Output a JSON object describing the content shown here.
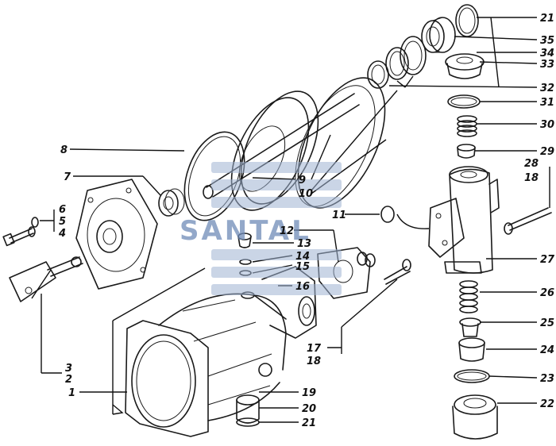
{
  "watermark": {
    "text": "SANTAL",
    "color": "#6f8bb8"
  },
  "callouts": [
    {
      "id": "c21a",
      "text": "21"
    },
    {
      "id": "c35",
      "text": "35"
    },
    {
      "id": "c34",
      "text": "34"
    },
    {
      "id": "c33",
      "text": "33"
    },
    {
      "id": "c32",
      "text": "32"
    },
    {
      "id": "c31",
      "text": "31"
    },
    {
      "id": "c30",
      "text": "30"
    },
    {
      "id": "c29",
      "text": "29"
    },
    {
      "id": "c28",
      "text": "28"
    },
    {
      "id": "c18a",
      "text": "18"
    },
    {
      "id": "c27",
      "text": "27"
    },
    {
      "id": "c26",
      "text": "26"
    },
    {
      "id": "c25",
      "text": "25"
    },
    {
      "id": "c24",
      "text": "24"
    },
    {
      "id": "c23",
      "text": "23"
    },
    {
      "id": "c22",
      "text": "22"
    },
    {
      "id": "c8",
      "text": "8"
    },
    {
      "id": "c9",
      "text": "9"
    },
    {
      "id": "c10",
      "text": "10"
    },
    {
      "id": "c7",
      "text": "7"
    },
    {
      "id": "c6",
      "text": "6"
    },
    {
      "id": "c5",
      "text": "5"
    },
    {
      "id": "c4",
      "text": "4"
    },
    {
      "id": "c11",
      "text": "11"
    },
    {
      "id": "c12",
      "text": "12"
    },
    {
      "id": "c13",
      "text": "13"
    },
    {
      "id": "c14",
      "text": "14"
    },
    {
      "id": "c15",
      "text": "15"
    },
    {
      "id": "c16",
      "text": "16"
    },
    {
      "id": "c17",
      "text": "17"
    },
    {
      "id": "c18b",
      "text": "18"
    },
    {
      "id": "c3",
      "text": "3"
    },
    {
      "id": "c2",
      "text": "2"
    },
    {
      "id": "c1",
      "text": "1"
    },
    {
      "id": "c19",
      "text": "19"
    },
    {
      "id": "c20",
      "text": "20"
    },
    {
      "id": "c21b",
      "text": "21"
    }
  ]
}
